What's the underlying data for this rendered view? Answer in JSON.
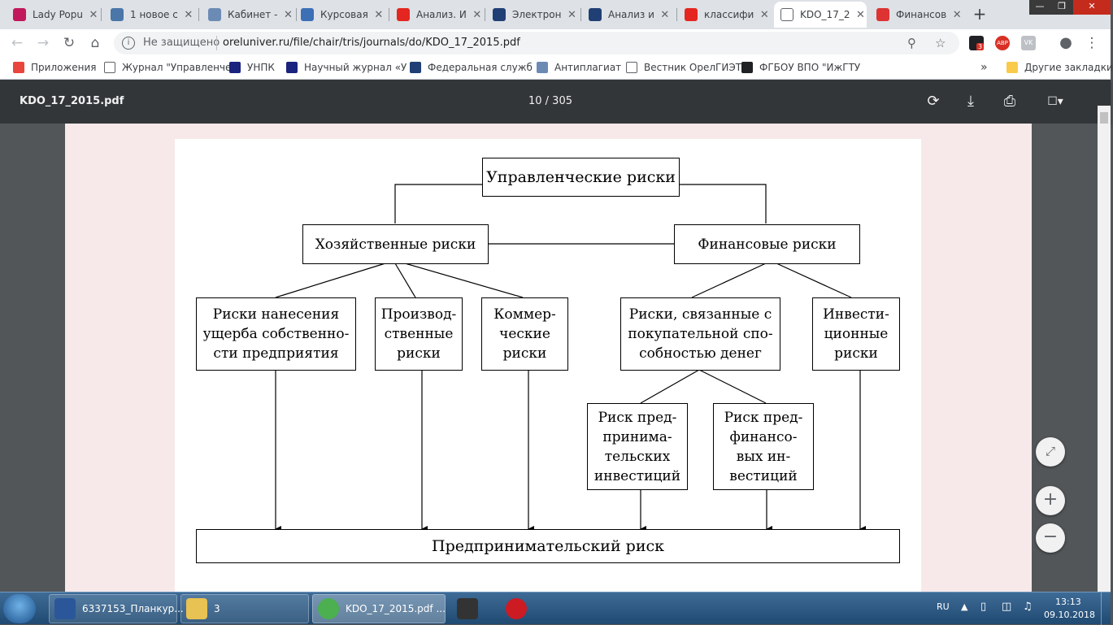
{
  "tabs": [
    {
      "title": "Lady Popu",
      "icon": "lady-popular-icon",
      "color": "#c2185b"
    },
    {
      "title": "1 новое с",
      "icon": "vk-number-icon",
      "color": "#4a76a8"
    },
    {
      "title": "Кабинет -",
      "icon": "shield-icon",
      "color": "#6b8bb5"
    },
    {
      "title": "Курсовая",
      "icon": "owl-icon",
      "color": "#3b6fb6"
    },
    {
      "title": "Анализ. И",
      "icon": "yandex-icon",
      "color": "#e52620"
    },
    {
      "title": "Электрон",
      "icon": "z-library-icon",
      "color": "#1f3f75"
    },
    {
      "title": "Анализ и",
      "icon": "z-library-icon",
      "color": "#1f3f75"
    },
    {
      "title": "классифи",
      "icon": "yandex-icon",
      "color": "#e52620"
    },
    {
      "title": "KDO_17_2",
      "icon": "document-icon",
      "color": "#ffffff"
    },
    {
      "title": "Финансов",
      "icon": "yandex-browser-icon",
      "color": "#d33"
    }
  ],
  "address": {
    "security": "Не защищено",
    "url": "oreluniver.ru/file/chair/tris/journals/do/KDO_17_2015.pdf",
    "ext_badge": "3",
    "abp_label": "ABP",
    "vk_label": "VK"
  },
  "bookmarks": [
    {
      "label": "Приложения",
      "icon": "apps-grid-icon"
    },
    {
      "label": "Журнал \"Управленче",
      "icon": "page-icon"
    },
    {
      "label": "УНПК",
      "icon": "bird-icon"
    },
    {
      "label": "Научный журнал «У",
      "icon": "bird-icon"
    },
    {
      "label": "Федеральная служб",
      "icon": "sigma-icon"
    },
    {
      "label": "Антиплагиат",
      "icon": "shield-icon"
    },
    {
      "label": "Вестник ОрелГИЭТ",
      "icon": "page-icon"
    },
    {
      "label": "ФГБОУ ВПО \"ИжГТУ",
      "icon": "gear-logo-icon"
    }
  ],
  "bookmarks_more": "»",
  "other_bookmarks": "Другие закладки",
  "pdf": {
    "filename": "KDO_17_2015.pdf",
    "pages": "10  /  305"
  },
  "diagram": {
    "root": "Управленческие риски",
    "economic": "Хозяйственные риски",
    "financial": "Финансовые риски",
    "damage": "Риски нанесения\nущерба собственно-\nсти предприятия",
    "production": "Производ-\nственные\nриски",
    "commercial": "Коммер-\nческие\nриски",
    "purchasing": "Риски, связанные с\nпокупательной спо-\nсобностью денег",
    "investment": "Инвести-\nционные\nриски",
    "entrepreneurial_invest": "Риск пред-\nпринима-\nтельских\nинвестиций",
    "financial_invest": "Риск пред-\nфинансо-\nвых ин-\nвестиций",
    "result": "Предпринимательский риск"
  },
  "taskbar": {
    "items": [
      {
        "label": "6337153_Планкур...",
        "icon": "word-icon"
      },
      {
        "label": "3",
        "icon": "folder-icon"
      },
      {
        "label": "KDO_17_2015.pdf ...",
        "icon": "chrome-icon"
      },
      {
        "label": "",
        "icon": "media-player-icon"
      },
      {
        "label": "",
        "icon": "opera-icon"
      }
    ],
    "lang": "RU",
    "time": "13:13",
    "date": "09.10.2018"
  }
}
